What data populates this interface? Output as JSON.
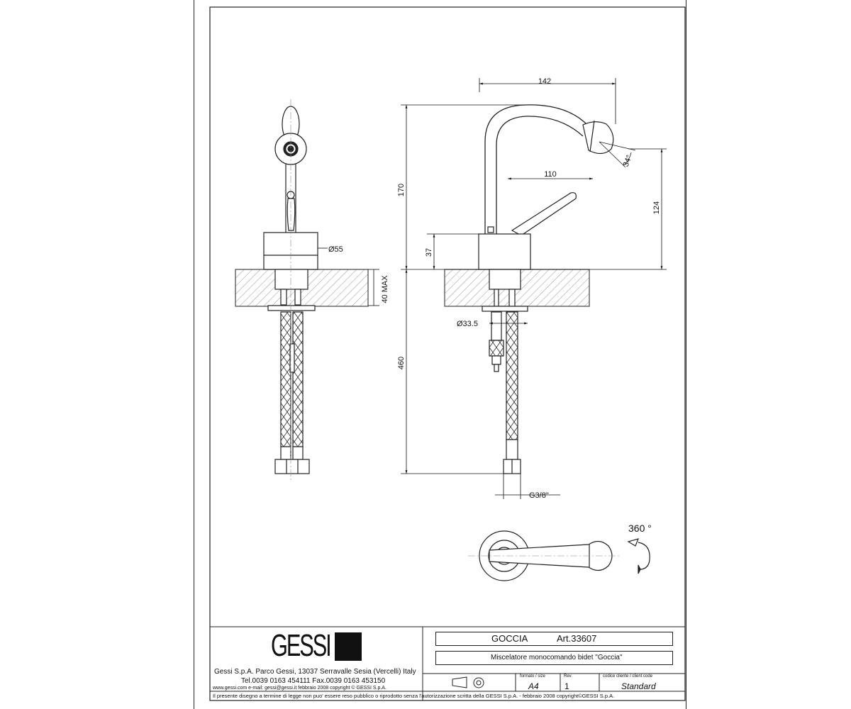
{
  "dimensions": {
    "spout_reach": "142",
    "total_height": "170",
    "lever_reach": "110",
    "spout_height": "124",
    "spray_angle": "34°",
    "base_height": "37",
    "base_diameter": "Ø55",
    "deck_max": "40 MAX",
    "hose_length": "460",
    "shank_diameter": "Ø33.5",
    "thread": "G3/8\"",
    "rotation": "360 °"
  },
  "title_block": {
    "logo": "GESSI",
    "company_line": "Gessi S.p.A. Parco Gessi, 13037 Serravalle Sesia (Vercelli) Italy",
    "phone_line": "Tel.0039  0163  454111  Fax.0039  0163  453150",
    "web_line": "www.gessi.com  e-mail: gessi@gessi.it  febbraio 2008  copyright © GESSI S.p.A.",
    "product_name": "GOCCIA",
    "article": "Art.33607",
    "description": "Miscelatore monocomando bidet \"Goccia\"",
    "format_label": "formato / size",
    "format_value": "A4",
    "rev_label": "Rev.",
    "rev_value": "1",
    "client_code_label": "codice cliente / client code",
    "client_code_value": "Standard",
    "disclaimer": "Il presente disegno a termine di legge non puo' essere reso pubblico o riprodotto senza l'autorizzazione scritta della GESSI S.p.A. - febbraio 2008 copyright©GESSI S.p.A."
  }
}
